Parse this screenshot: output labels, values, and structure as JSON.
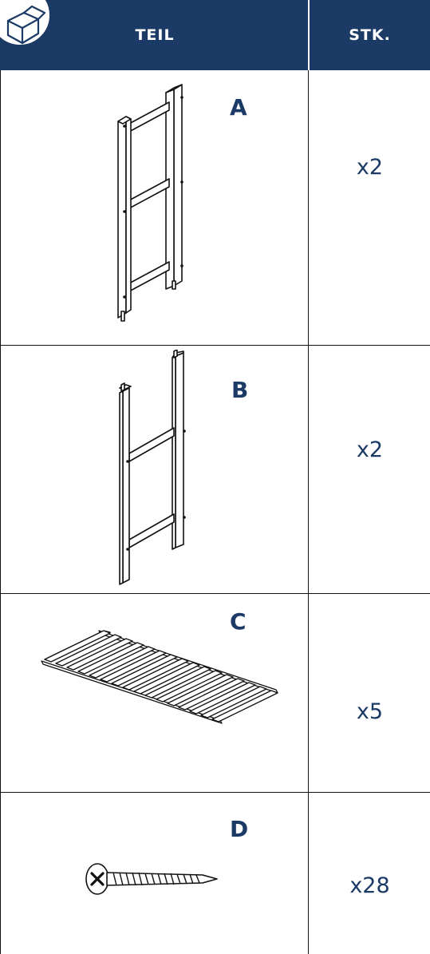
{
  "header": {
    "part_label": "TEIL",
    "qty_label": "STK.",
    "background_color": "#1b3a66",
    "badge_icon": "box-icon"
  },
  "rows": [
    {
      "letter": "A",
      "qty": "x2",
      "icon": "ladder-frame-icon"
    },
    {
      "letter": "B",
      "qty": "x2",
      "icon": "side-frame-icon"
    },
    {
      "letter": "C",
      "qty": "x5",
      "icon": "slatted-shelf-icon"
    },
    {
      "letter": "D",
      "qty": "x28",
      "icon": "screw-icon"
    }
  ],
  "colors": {
    "accent": "#1b3a66",
    "lines": "#111111"
  }
}
